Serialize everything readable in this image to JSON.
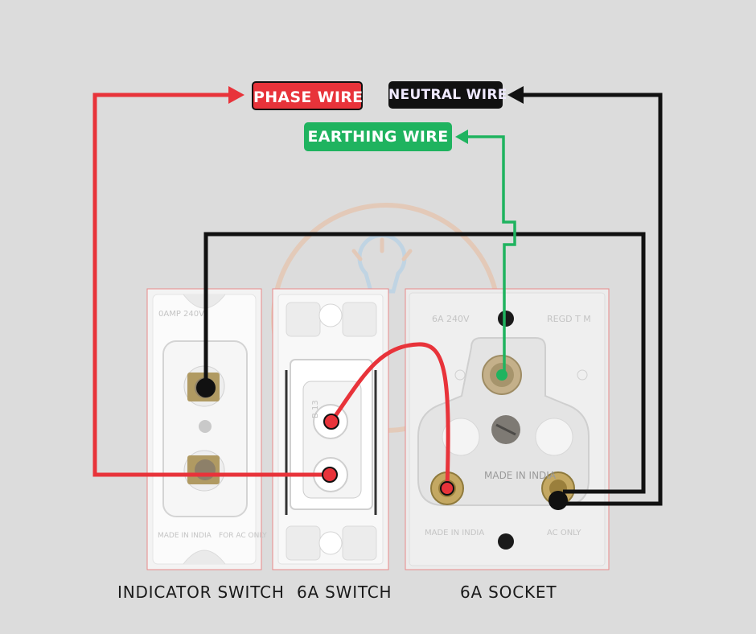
{
  "labels": {
    "phase": "PHASE WIRE",
    "neutral": "NEUTRAL WIRE",
    "earth": "EARTHING WIRE"
  },
  "captions": {
    "indicator": "INDICATOR SWITCH",
    "switch": "6A SWITCH",
    "socket": "6A SOCKET"
  },
  "indicator_embossing": {
    "top_left": "0AMP 240V",
    "bottom_left": "MADE IN INDIA",
    "bottom_right": "FOR AC ONLY"
  },
  "switch_embossing": {
    "side": "B 13"
  },
  "socket_embossing": {
    "top_left": "6A 240V",
    "top_right": "REGD T M",
    "center": "MADE IN INDIA",
    "bottom_left": "MADE IN INDIA",
    "bottom_right": "AC ONLY"
  },
  "colors": {
    "phase": "#e8333a",
    "neutral": "#111111",
    "earth": "#1fb35f",
    "background": "#dcdcdc"
  }
}
